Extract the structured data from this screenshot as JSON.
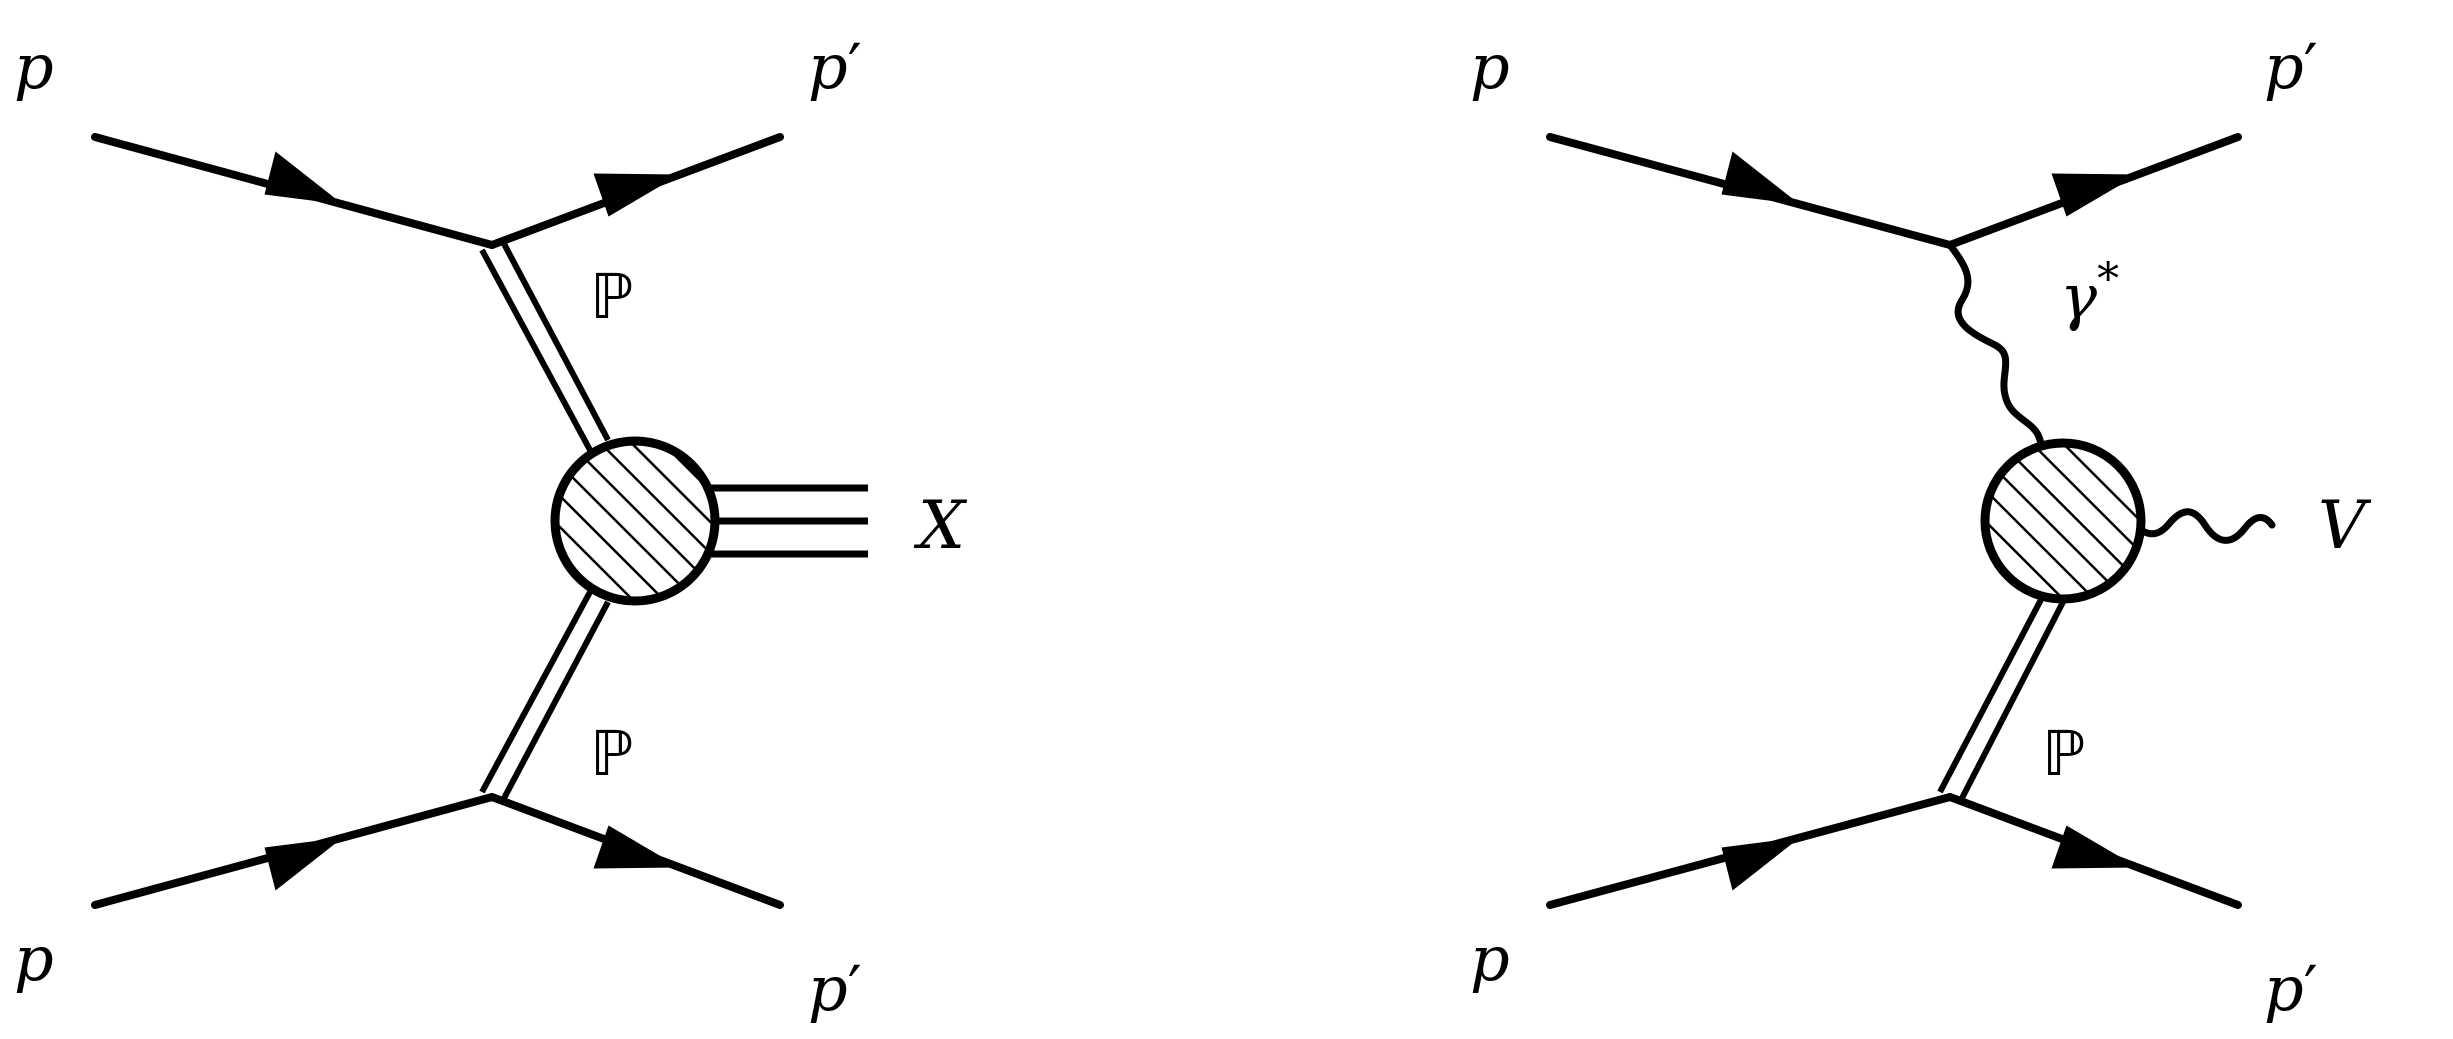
{
  "diagrams": [
    {
      "proton_in_top": "p",
      "proton_out_top": "p",
      "proton_in_bottom": "p",
      "proton_out_bottom": "p",
      "exchange_top": "ℙ",
      "exchange_bottom": "ℙ",
      "final_state": "X"
    },
    {
      "proton_in_top": "p",
      "proton_out_top": "p",
      "proton_in_bottom": "p",
      "proton_out_bottom": "p",
      "exchange_top": "γ",
      "exchange_top_superscript": "*",
      "exchange_bottom": "ℙ",
      "final_state": "V"
    }
  ],
  "prime_mark": "′",
  "style": {
    "ink": "#000000",
    "background": "#ffffff"
  }
}
